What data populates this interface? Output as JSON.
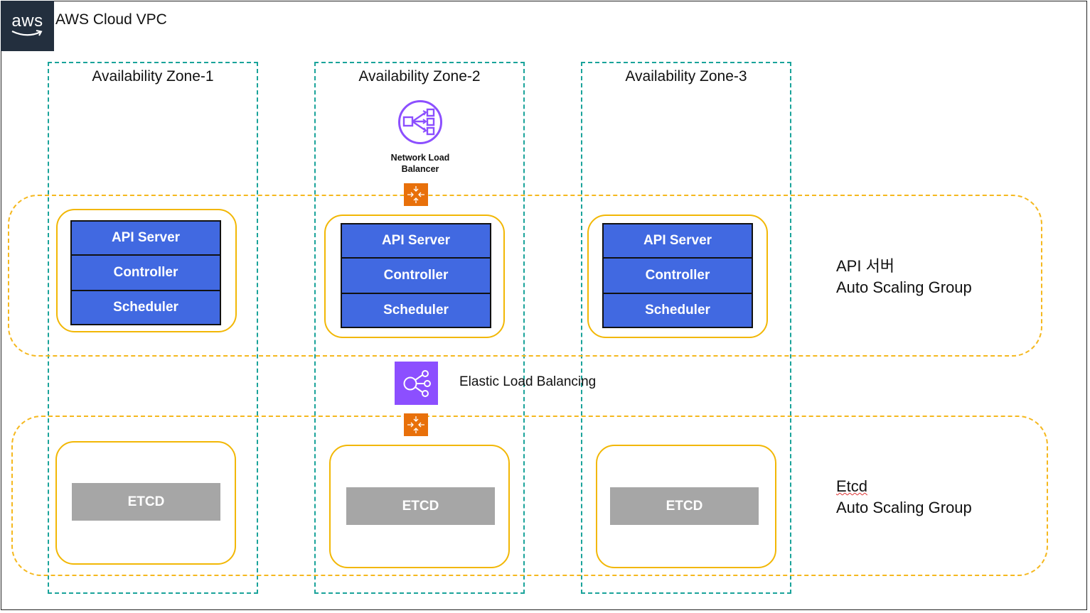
{
  "vpc": {
    "title": "AWS Cloud VPC",
    "logo_text": "aws",
    "logo_color": "#232f3e"
  },
  "zones": [
    {
      "title": "Availability Zone-1"
    },
    {
      "title": "Availability Zone-2"
    },
    {
      "title": "Availability Zone-3"
    }
  ],
  "api_group": {
    "label_line1": "API 서버",
    "label_line2": "Auto Scaling Group"
  },
  "etcd_group": {
    "label_line1": "Etcd",
    "label_line2": "Auto Scaling Group"
  },
  "api_nodes": [
    {
      "rows": [
        "API Server",
        "Controller",
        "Scheduler"
      ]
    },
    {
      "rows": [
        "API Server",
        "Controller",
        "Scheduler"
      ]
    },
    {
      "rows": [
        "API Server",
        "Controller",
        "Scheduler"
      ]
    }
  ],
  "etcd_nodes": [
    {
      "label": "ETCD"
    },
    {
      "label": "ETCD"
    },
    {
      "label": "ETCD"
    }
  ],
  "nlb": {
    "label_line1": "Network Load",
    "label_line2": "Balancer",
    "icon": "network-load-balancer-icon"
  },
  "elb": {
    "label": "Elastic Load Balancing",
    "icon": "elastic-load-balancing-icon"
  },
  "colors": {
    "az_border": "#1aa39a",
    "asg_border": "#f5b81e",
    "node_border": "#f2b705",
    "api_row": "#4169e1",
    "etcd_box": "#a6a6a6",
    "router": "#e8700a",
    "elb": "#8c4fff"
  }
}
